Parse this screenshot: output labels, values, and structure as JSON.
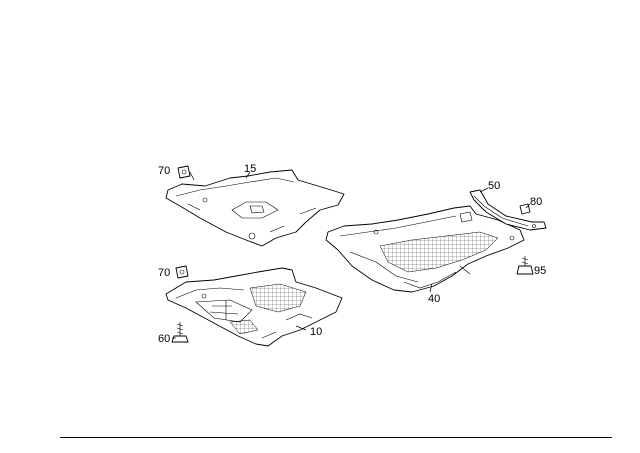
{
  "callouts": {
    "c10": "10",
    "c15": "15",
    "c40": "40",
    "c50": "50",
    "c60": "60",
    "c70a": "70",
    "c70b": "70",
    "c80": "80",
    "c95": "95"
  }
}
